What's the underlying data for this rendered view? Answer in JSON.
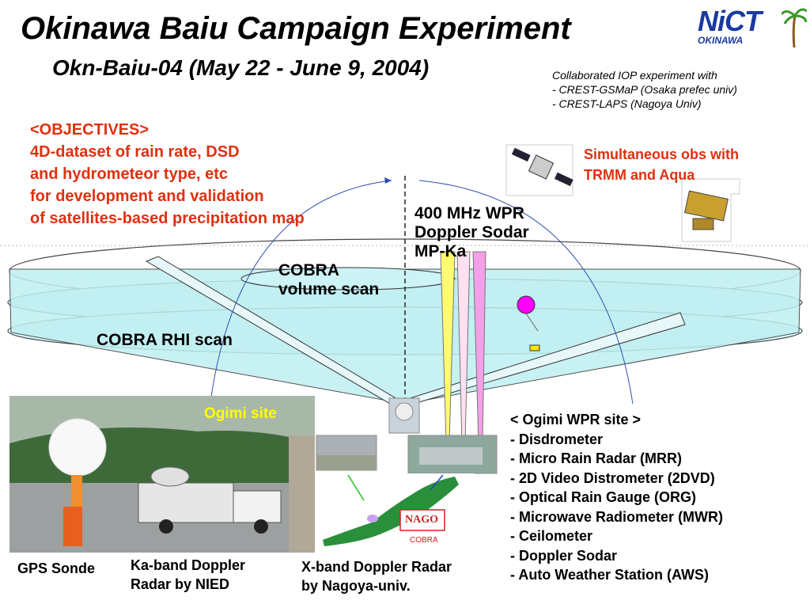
{
  "title": "Okinawa Baiu Campaign Experiment",
  "subtitle": "Okn-Baiu-04 (May 22 - June 9, 2004)",
  "logo": {
    "main": "NiCT",
    "sub": "OKINAWA"
  },
  "collaboration": [
    "Collaborated IOP experiment with",
    "- CREST-GSMaP (Osaka prefec univ)",
    "- CREST-LAPS    (Nagoya Univ)"
  ],
  "objectives": [
    "<OBJECTIVES>",
    "4D-dataset of rain rate, DSD",
    "and hydrometeor type, etc",
    "for development and validation",
    "of satellites-based precipitation map"
  ],
  "simultaneous": [
    "Simultaneous obs with",
    "TRMM and Aqua"
  ],
  "instruments": [
    "400 MHz WPR",
    "Doppler Sodar",
    "MP-Ka"
  ],
  "cobra_volume": [
    "COBRA",
    "volume scan"
  ],
  "cobra_rhi": "COBRA RHI scan",
  "ogimi_site": "Ogimi site",
  "ogimi_wpr_site": [
    "< Ogimi WPR site >",
    "- Disdrometer",
    "- Micro Rain Radar (MRR)",
    "- 2D Video Distrometer (2DVD)",
    "- Optical Rain Gauge (ORG)",
    "- Microwave Radiometer (MWR)",
    "- Ceilometer",
    "- Doppler Sodar",
    "- Auto Weather Station (AWS)"
  ],
  "map": {
    "nago": "NAGO",
    "cobra": "COBRA"
  },
  "captions": {
    "gps_sonde": "GPS Sonde",
    "ka_band": [
      "Ka-band Doppler",
      "Radar by NIED"
    ],
    "x_band": [
      "X-band Doppler Radar",
      "by Nagoya-univ."
    ]
  },
  "colors": {
    "accent_red": "#e03010",
    "scan_cyan": "#bfeff2",
    "ogimi_yellow": "#ffff00",
    "logo_blue": "#1a3aa0"
  }
}
